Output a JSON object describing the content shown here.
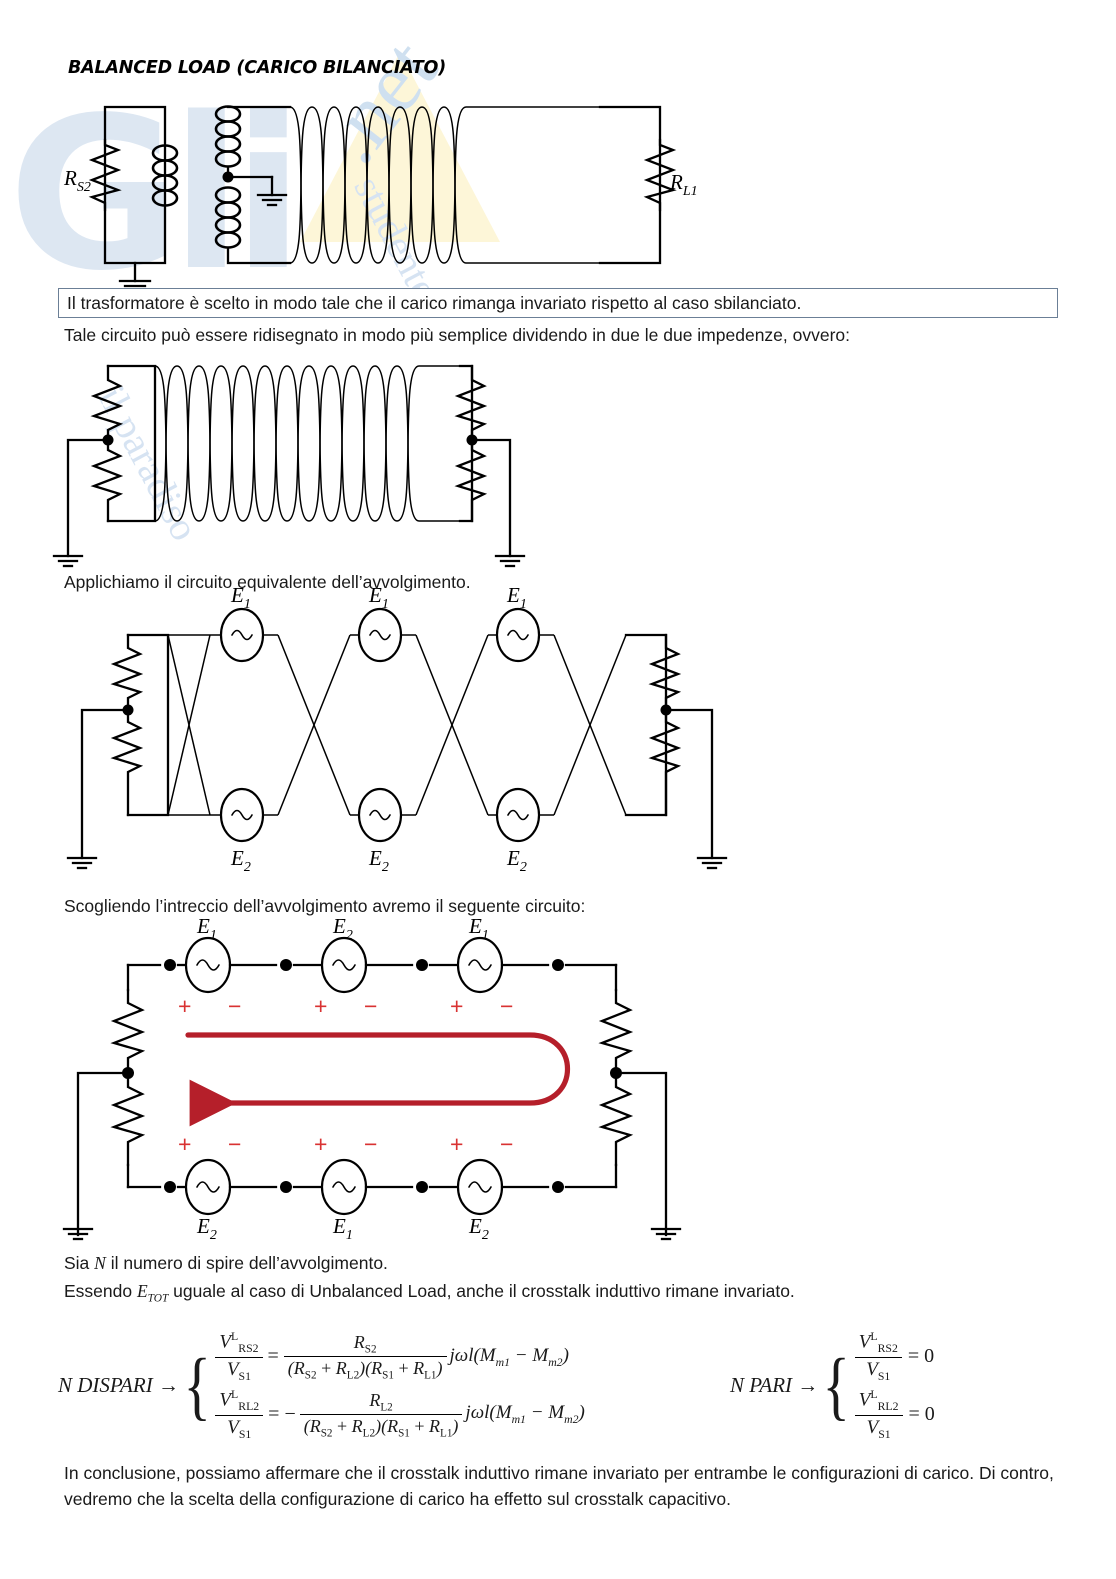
{
  "document": {
    "heading": "BALANCED LOAD (CARICO BILANCIATO)",
    "boxed_note": "Il trasformatore è scelto in modo tale che il carico rimanga invariato rispetto al caso sbilanciato.",
    "line_redraw": "Tale circuito può essere ridisegnato in modo più semplice dividendo in due le due impedenze, ovvero:",
    "line_equivalent": "Applichiamo il circuito equivalente dell’avvolgimento.",
    "line_untwist": "Scogliendo l’intreccio dell’avvolgimento avremo il seguente circuito:",
    "line_spire": "Sia N il numero di spire dell’avvolgimento.",
    "line_spire_pre": "Sia ",
    "line_spire_var": "N",
    "line_spire_post": " il numero di spire dell’avvolgimento.",
    "line_etot_pre": "Essendo ",
    "line_etot_var": "E",
    "line_etot_varsub": "TOT",
    "line_etot_post": " uguale al caso di Unbalanced Load, anche il crosstalk induttivo rimane invariato.",
    "conclusion": "In conclusione, possiamo affermare che il crosstalk induttivo rimane invariato per entrambe le configurazioni di carico. Di contro, vedremo che la scelta della configurazione di carico ha effetto sul crosstalk capacitivo."
  },
  "watermark": {
    "big": "Gli",
    "net": ".net",
    "studente": "studente",
    "paradiso": "il paradiso"
  },
  "circuit1": {
    "name": "balanced-load-transformer-circuit",
    "labels": {
      "rs2": "R",
      "rs2_sub": "S2",
      "rl1": "R",
      "rl1_sub": "L1"
    }
  },
  "circuit2": {
    "name": "split-impedance-twisted-pair-circuit"
  },
  "circuit3": {
    "name": "winding-equivalent-circuit",
    "top_sources": [
      "E₁",
      "E₁",
      "E₁"
    ],
    "bottom_sources": [
      "E₂",
      "E₂",
      "E₂"
    ],
    "source_base": "E",
    "top_subs": [
      "1",
      "1",
      "1"
    ],
    "bottom_subs": [
      "2",
      "2",
      "2"
    ]
  },
  "circuit4": {
    "name": "untwisted-winding-circuit",
    "top_sources_sub": [
      "1",
      "2",
      "1"
    ],
    "bottom_sources_sub": [
      "2",
      "1",
      "2"
    ],
    "source_base": "E",
    "plus": "+",
    "minus": "−",
    "arrow_color": "#b51f2a",
    "sign_color": "#d93232"
  },
  "equations": {
    "odd_label": "N DISPARI",
    "even_label": "N PARI",
    "arrow": "→",
    "odd": [
      {
        "lhs_num_base": "V",
        "lhs_num_sup": "L",
        "lhs_num_sub": "R",
        "lhs_num_sub2": "S2",
        "lhs_den_base": "V",
        "lhs_den_sub": "S1",
        "eq": "=",
        "sign": "",
        "frac_num": "R",
        "frac_num_sub": "S2",
        "frac_den": "(R<sub>S2</sub> + R<sub>L2</sub>)(R<sub>S1</sub> + R<sub>L1</sub>)",
        "tail": "jωl(M",
        "tail_sub1": "m1",
        "tail_mid": " − M",
        "tail_sub2": "m2",
        "tail_end": ")"
      },
      {
        "lhs_num_base": "V",
        "lhs_num_sup": "L",
        "lhs_num_sub": "R",
        "lhs_num_sub2": "L2",
        "lhs_den_base": "V",
        "lhs_den_sub": "S1",
        "eq": "=",
        "sign": "−",
        "frac_num": "R",
        "frac_num_sub": "L2",
        "frac_den": "(R<sub>S2</sub> + R<sub>L2</sub>)(R<sub>S1</sub> + R<sub>L1</sub>)",
        "tail": "jωl(M",
        "tail_sub1": "m1",
        "tail_mid": " − M",
        "tail_sub2": "m2",
        "tail_end": ")"
      }
    ],
    "even": [
      {
        "num_base": "V",
        "num_sup": "L",
        "num_sub": "R",
        "num_sub2": "S2",
        "den_base": "V",
        "den_sub": "S1",
        "rhs": "= 0"
      },
      {
        "num_base": "V",
        "num_sup": "L",
        "num_sub": "R",
        "num_sub2": "L2",
        "den_base": "V",
        "den_sub": "S1",
        "rhs": "= 0"
      }
    ]
  }
}
